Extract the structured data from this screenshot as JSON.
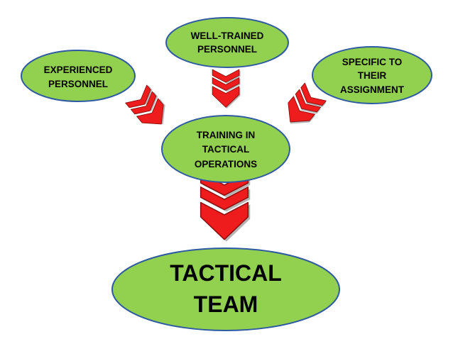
{
  "colors": {
    "node_fill": "#92d050",
    "node_stroke": "#2e5aa3",
    "arrow_fill": "#ee1c1c",
    "arrow_stroke": "#8a0c0c",
    "arrow_shadow": "#777777"
  },
  "nodes": {
    "well_trained": {
      "line1": "WELL-TRAINED",
      "line2": "PERSONNEL"
    },
    "experienced": {
      "line1": "EXPERIENCED",
      "line2": "PERSONNEL"
    },
    "specific": {
      "line1": "SPECIFIC TO",
      "line2": "THEIR",
      "line3": "ASSIGNMENT"
    },
    "training": {
      "line1": "TRAINING IN",
      "line2": "TACTICAL",
      "line3": "OPERATIONS"
    },
    "tactical_team": {
      "line1": "TACTICAL",
      "line2": "TEAM"
    }
  },
  "arrows": [
    {
      "name": "arrow-well-trained-to-training",
      "icon": "triple-chevron-down-arrow"
    },
    {
      "name": "arrow-experienced-to-training",
      "icon": "triple-chevron-diagonal-arrow"
    },
    {
      "name": "arrow-specific-to-training",
      "icon": "triple-chevron-diagonal-arrow"
    },
    {
      "name": "arrow-training-to-tactical-team",
      "icon": "triple-chevron-down-arrow"
    }
  ]
}
